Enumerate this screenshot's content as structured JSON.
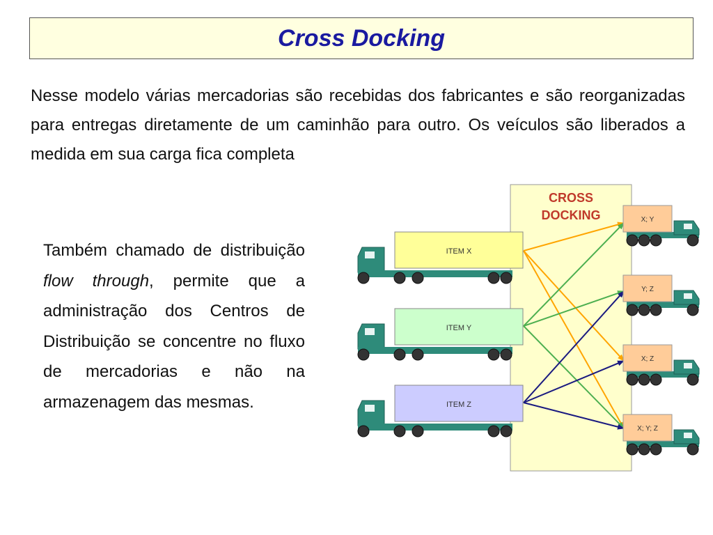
{
  "title": "Cross Docking",
  "intro": "Nesse modelo várias mercadorias são recebidas dos fabricantes e são reorganizadas para entregas diretamente de um caminhão para outro. Os veículos são liberados a medida em sua carga fica completa",
  "side_text": {
    "before": "Também chamado de distribuição ",
    "emphasis": "flow through",
    "after": ", permite que a administração dos Centros de Distribuição se concentre no fluxo de mercadorias e não na armazenagem das mesmas."
  },
  "diagram": {
    "center_label_line1": "CROSS",
    "center_label_line2": "DOCKING",
    "inbound": [
      {
        "label": "ITEM X",
        "color": "#ffff99",
        "line_color": "#ffa500"
      },
      {
        "label": "ITEM Y",
        "color": "#ccffcc",
        "line_color": "#4caf50"
      },
      {
        "label": "ITEM Z",
        "color": "#ccccff",
        "line_color": "#1a1a80"
      }
    ],
    "outbound": [
      {
        "label": "X; Y"
      },
      {
        "label": "Y; Z"
      },
      {
        "label": "X; Z"
      },
      {
        "label": "X; Y; Z"
      }
    ],
    "colors": {
      "dock": "#ffffcc",
      "dock_label": "#c0392b",
      "truck_cab": "#2e8b7a",
      "outbound_box": "#ffcc99",
      "title": "#1a1aa0"
    }
  }
}
